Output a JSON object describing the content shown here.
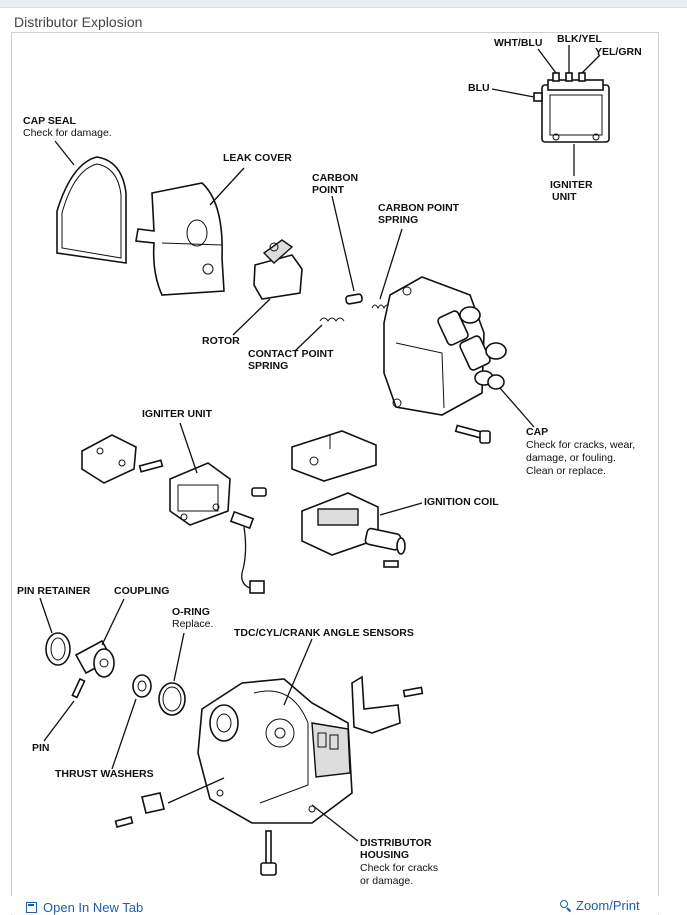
{
  "panel": {
    "title": "Distributor Explosion"
  },
  "labels": {
    "wht_blu": "WHT/BLU",
    "blk_yel": "BLK/YEL",
    "yel_grn": "YEL/GRN",
    "blu": "BLU",
    "igniter_unit_top_1": "IGNITER",
    "igniter_unit_top_2": "UNIT",
    "cap_seal": "CAP SEAL",
    "cap_seal_note": "Check for damage.",
    "leak_cover": "LEAK COVER",
    "carbon_point_1": "CARBON",
    "carbon_point_2": "POINT",
    "carbon_point_spring_1": "CARBON POINT",
    "carbon_point_spring_2": "SPRING",
    "rotor": "ROTOR",
    "contact_point_spring_1": "CONTACT POINT",
    "contact_point_spring_2": "SPRING",
    "igniter_unit": "IGNITER UNIT",
    "cap": "CAP",
    "cap_note_1": "Check for cracks, wear,",
    "cap_note_2": "damage, or fouling.",
    "cap_note_3": "Clean or replace.",
    "ignition_coil": "IGNITION COIL",
    "pin_retainer": "PIN RETAINER",
    "coupling": "COUPLING",
    "o_ring": "O-RING",
    "o_ring_note": "Replace.",
    "tdc_sensors": "TDC/CYL/CRANK ANGLE SENSORS",
    "pin": "PIN",
    "thrust_washers": "THRUST WASHERS",
    "distributor_housing_1": "DISTRIBUTOR",
    "distributor_housing_2": "HOUSING",
    "housing_note_1": "Check for cracks",
    "housing_note_2": "or damage."
  },
  "footer": {
    "open_new_tab": "Open In New Tab",
    "zoom_print": "Zoom/Print"
  },
  "icons": {
    "open_new_tab": "open-new-tab-icon",
    "zoom": "magnifier-icon"
  },
  "colors": {
    "link": "#1a5fb4",
    "title": "#444444",
    "frame_border": "#cfcfcf"
  }
}
